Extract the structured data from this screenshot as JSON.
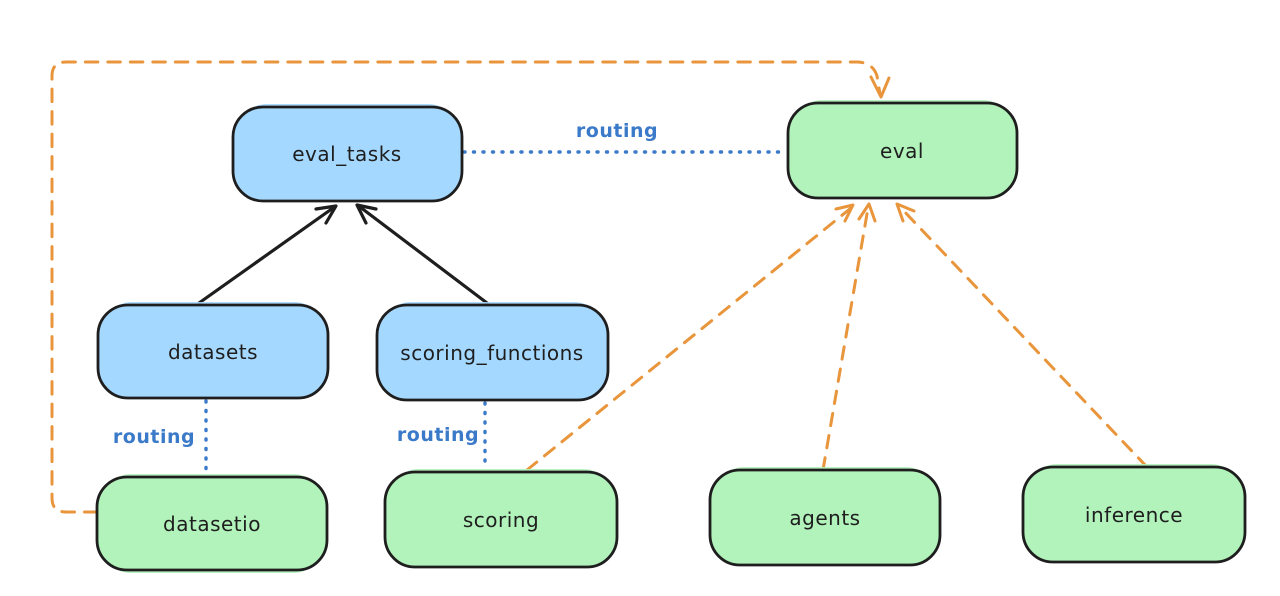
{
  "diagram": {
    "background": "#ffffff",
    "colors": {
      "node_blue_fill": "#a5d8ff",
      "node_green_fill": "#b2f2bb",
      "node_stroke": "#1e1e1e",
      "orange_edge": "#e8953c",
      "blue_edge": "#3b79c9",
      "black_edge": "#1e1e1e"
    },
    "nodes": [
      {
        "id": "eval_tasks",
        "label": "eval_tasks",
        "color": "blue"
      },
      {
        "id": "eval",
        "label": "eval",
        "color": "green"
      },
      {
        "id": "datasets",
        "label": "datasets",
        "color": "blue"
      },
      {
        "id": "scoring_functions",
        "label": "scoring_functions",
        "color": "blue"
      },
      {
        "id": "datasetio",
        "label": "datasetio",
        "color": "green"
      },
      {
        "id": "scoring",
        "label": "scoring",
        "color": "green"
      },
      {
        "id": "agents",
        "label": "agents",
        "color": "green"
      },
      {
        "id": "inference",
        "label": "inference",
        "color": "green"
      }
    ],
    "edges": [
      {
        "from": "datasets",
        "to": "eval_tasks",
        "style": "solid",
        "color": "black",
        "arrow": true
      },
      {
        "from": "scoring_functions",
        "to": "eval_tasks",
        "style": "solid",
        "color": "black",
        "arrow": true
      },
      {
        "from": "eval_tasks",
        "to": "eval",
        "style": "dotted",
        "color": "blue",
        "label": "routing"
      },
      {
        "from": "datasets",
        "to": "datasetio",
        "style": "dotted",
        "color": "blue",
        "label": "routing"
      },
      {
        "from": "scoring_functions",
        "to": "scoring",
        "style": "dotted",
        "color": "blue",
        "label": "routing"
      },
      {
        "from": "datasetio",
        "to": "eval",
        "style": "dashed",
        "color": "orange",
        "arrow": true,
        "route": "around-left-top"
      },
      {
        "from": "scoring",
        "to": "eval",
        "style": "dashed",
        "color": "orange",
        "arrow": true
      },
      {
        "from": "agents",
        "to": "eval",
        "style": "dashed",
        "color": "orange",
        "arrow": true
      },
      {
        "from": "inference",
        "to": "eval",
        "style": "dashed",
        "color": "orange",
        "arrow": true
      }
    ]
  }
}
